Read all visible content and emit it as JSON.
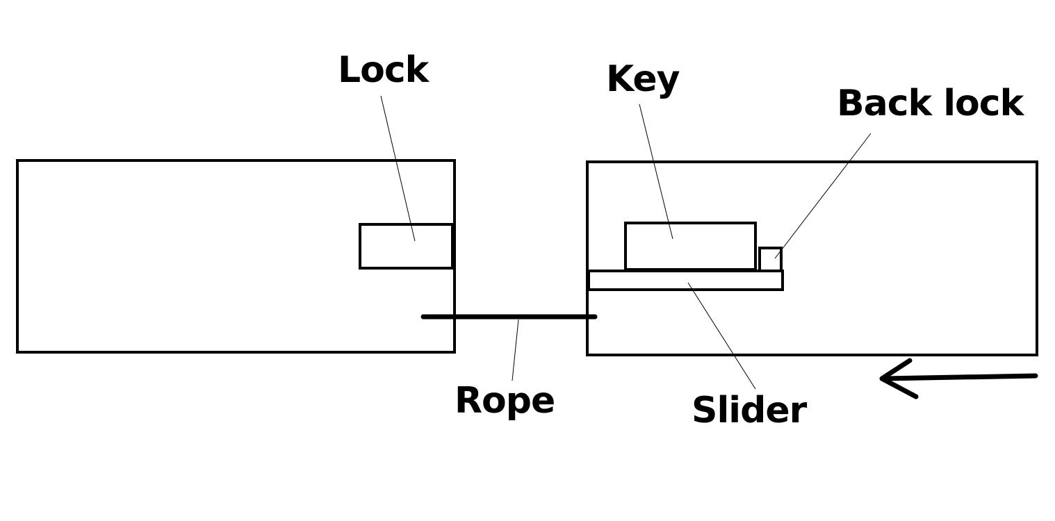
{
  "labels": {
    "lock": "Lock",
    "key": "Key",
    "back_lock": "Back lock",
    "rope": "Rope",
    "slider": "Slider"
  },
  "colors": {
    "stroke": "#000000",
    "background": "#ffffff"
  },
  "icons": {
    "direction": "arrow-left-icon"
  }
}
